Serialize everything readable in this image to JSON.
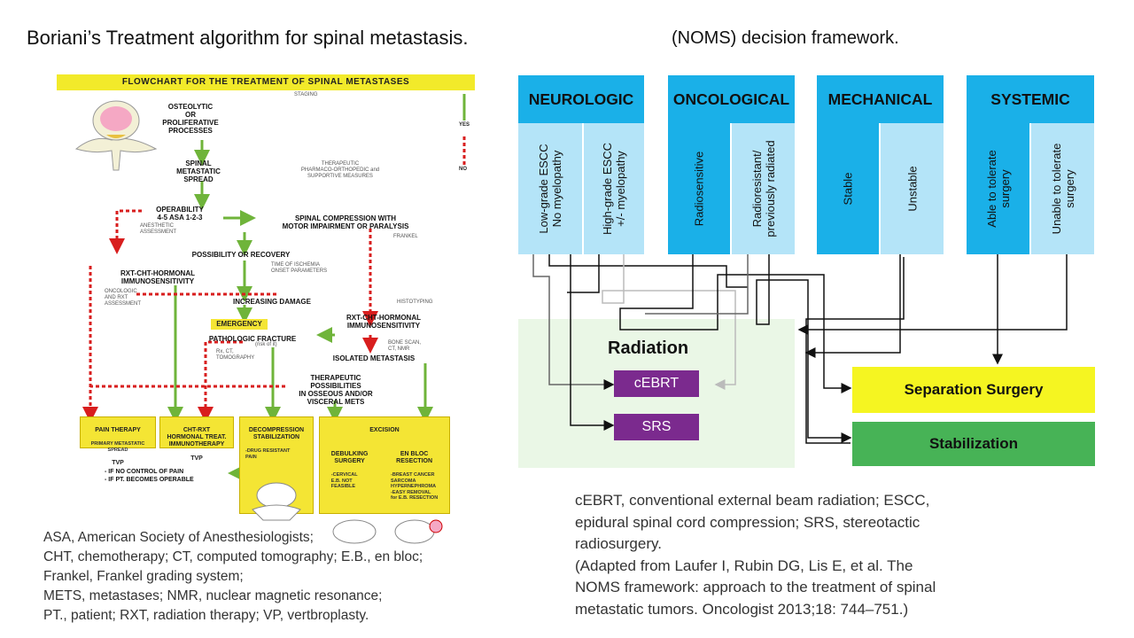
{
  "left_title": "Boriani’s Treatment algorithm for spinal metastasis.",
  "right_title": "(NOMS) decision framework.",
  "flowchart": {
    "banner": "FLOWCHART FOR THE TREATMENT OF SPINAL METASTASES",
    "nodes": {
      "osteolytic": "OSTEOLYTIC\nOR\nPROLIFERATIVE\nPROCESSES",
      "staging": "STAGING",
      "spinal_spread": "SPINAL\nMETASTATIC\nSPREAD",
      "therapeutic_measures": "THERAPEUTIC\nPHARMACO-ORTHOPEDIC and\nSUPPORTIVE MEASURES",
      "operability": "OPERABILITY\n4-5 ASA 1-2-3",
      "anesthetic": "ANESTHETIC\nASSESSMENT",
      "spinal_compression": "SPINAL COMPRESSION WITH\nMOTOR IMPAIRMENT OR PARALYSIS",
      "frankel": "FRANKEL",
      "possibility": "POSSIBILITY OR RECOVERY",
      "ischemia": "TIME OF ISCHEMIA\nONSET PARAMETERS",
      "rxt_left": "RXT-CHT-HORMONAL\nIMMUNOSENSITIVITY",
      "oncologic": "ONCOLOGIC\nAND RXT\nASSESSMENT",
      "increasing_damage": "INCREASING DAMAGE",
      "histotyping": "HISTOTYPING",
      "emergency": "EMERGENCY",
      "rxt_right": "RXT-CHT-HORMONAL\nIMMUNOSENSITIVITY",
      "pathologic_fracture": "PATHOLOGIC FRACTURE",
      "risk": "(risk of it)",
      "rx_ct": "Rx, CT,\nTOMOGRAPHY",
      "bone_scan": "BONE SCAN,\nCT, NMR",
      "isolated": "ISOLATED METASTASIS",
      "therapeutic_possibilities": "THERAPEUTIC\nPOSSIBILITIES\nIN OSSEOUS AND/OR\nVISCERAL METS",
      "yes": "YES",
      "no": "NO"
    },
    "boxes": {
      "pain_therapy": "PAIN THERAPY",
      "pain_therapy_sub": "PRIMARY METASTATIC\nSPREAD",
      "pain_therapy_tvp": "TVP",
      "cht_rxt": "CHT-RXT\nHORMONAL TREAT.\nIMMUNOTHERAPY",
      "cht_rxt_tvp": "TVP",
      "decompression": "DECOMPRESSION\nSTABILIZATION",
      "decompression_sub": "-DRUG RESISTANT\nPAIN",
      "excision": "EXCISION",
      "debulking": "DEBULKING\nSURGERY",
      "debulking_sub": "-CERVICAL\nE.B. NOT\nFEASIBLE",
      "en_bloc": "EN BLOC\nRESECTION",
      "en_bloc_sub": "-BREAST CANCER\nSARCOMA\nHYPERNEPHROMA\n-EASY REMOVAL\nfor E.B. RESECTION"
    },
    "footer_notes": "- IF NO CONTROL OF PAIN\n- IF PT. BECOMES OPERABLE"
  },
  "left_abbreviations": [
    "ASA, American Society of Anesthesiologists;",
    "CHT, chemotherapy; CT, computed tomography; E.B., en bloc;",
    "Frankel, Frankel grading system;",
    "METS, metastases; NMR, nuclear magnetic resonance;",
    "PT., patient; RXT, radiation therapy; VP, vertbroplasty."
  ],
  "noms": {
    "categories": [
      {
        "name": "NEUROLOGIC",
        "options": [
          "Low-grade ESCC\nNo myelopathy",
          "High-grade ESCC\n+/- myelopathy"
        ]
      },
      {
        "name": "ONCOLOGICAL",
        "options": [
          "Radiosensitive",
          "Radioresistant/\npreviously radiated"
        ]
      },
      {
        "name": "MECHANICAL",
        "options": [
          "Stable",
          "Unstable"
        ]
      },
      {
        "name": "SYSTEMIC",
        "options": [
          "Able to tolerate\nsurgery",
          "Unable to tolerate\nsurgery"
        ]
      }
    ],
    "radiation_title": "Radiation",
    "cebrt": "cEBRT",
    "srs": "SRS",
    "separation_surgery": "Separation Surgery",
    "stabilization": "Stabilization",
    "colors": {
      "category_header": "#1ab0e8",
      "category_light": "#b4e4f8",
      "radiation_bg": "#eaf7e6",
      "radiation_box": "#7b2a8e",
      "separation": "#f5f521",
      "stabilization": "#47b356"
    }
  },
  "right_abbreviations": [
    "cEBRT, conventional external beam radiation; ESCC,",
    "epidural spinal cord compression; SRS, stereotactic",
    "radiosurgery.",
    "(Adapted from Laufer I, Rubin DG, Lis E, et al. The",
    "NOMS framework: approach to the treatment of spinal",
    "metastatic tumors. Oncologist 2013;18: 744–751.)"
  ]
}
